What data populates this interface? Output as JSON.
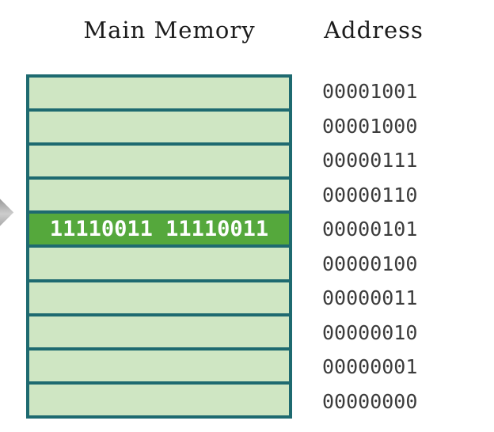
{
  "header": {
    "main_memory_label": "Main Memory",
    "address_label": "Address"
  },
  "memory_table": {
    "rows": [
      {
        "address": "00001001",
        "content": "",
        "highlighted": false
      },
      {
        "address": "00001000",
        "content": "",
        "highlighted": false
      },
      {
        "address": "00000111",
        "content": "",
        "highlighted": false
      },
      {
        "address": "00000110",
        "content": "",
        "highlighted": false
      },
      {
        "address": "00000101",
        "content": "11110011 11110011",
        "highlighted": true
      },
      {
        "address": "00000100",
        "content": "",
        "highlighted": false
      },
      {
        "address": "00000011",
        "content": "",
        "highlighted": false
      },
      {
        "address": "00000010",
        "content": "",
        "highlighted": false
      },
      {
        "address": "00000001",
        "content": "",
        "highlighted": false
      },
      {
        "address": "00000000",
        "content": "",
        "highlighted": false
      }
    ]
  },
  "icons": {
    "row_pointer": "chevron-right-icon"
  },
  "colors": {
    "cell_fill": "#cfe6c3",
    "cell_border": "#1e6a70",
    "highlight_fill": "#55a83c",
    "highlight_text": "#ffffff",
    "address_text": "#3c3c3c",
    "title_text": "#1c1c1c",
    "pointer_gray": "#a9a9a9",
    "background": "#ffffff"
  }
}
